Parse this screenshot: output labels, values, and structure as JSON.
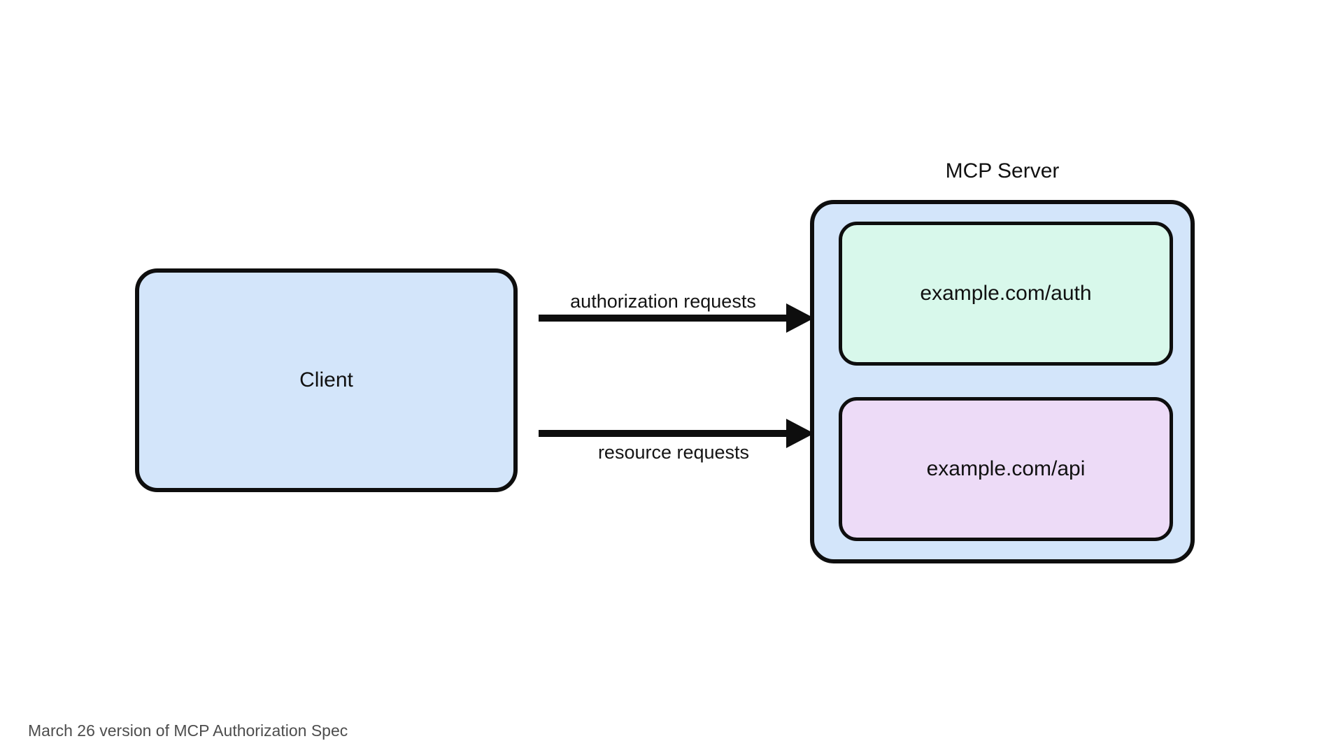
{
  "diagram": {
    "client": {
      "label": "Client"
    },
    "server": {
      "title": "MCP Server",
      "endpoints": [
        {
          "label": "example.com/auth"
        },
        {
          "label": "example.com/api"
        }
      ]
    },
    "arrows": [
      {
        "label": "authorization requests",
        "from": "Client",
        "to": "example.com/auth"
      },
      {
        "label": "resource requests",
        "from": "Client",
        "to": "example.com/api"
      }
    ],
    "caption": "March 26 version of MCP Authorization Spec",
    "colors": {
      "client_fill": "#d3e5fa",
      "server_fill": "#d3e5fa",
      "auth_fill": "#d8f8eb",
      "api_fill": "#eddbf7",
      "stroke": "#0e0e0e",
      "caption_text": "#4d4d4d"
    }
  }
}
